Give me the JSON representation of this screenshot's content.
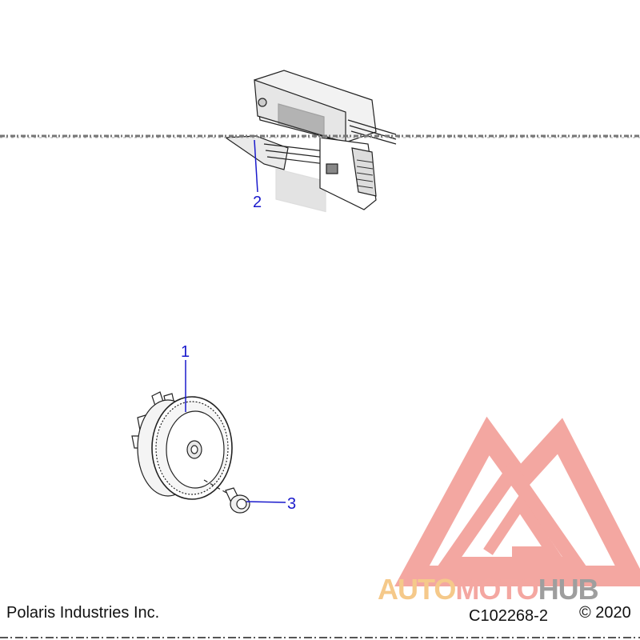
{
  "callouts": [
    {
      "id": "1",
      "part": "horn"
    },
    {
      "id": "2",
      "part": "module"
    },
    {
      "id": "3",
      "part": "screw"
    }
  ],
  "footer": {
    "company": "Polaris Industries Inc.",
    "drawing_number": "C102268-2",
    "copyright": "© 2020"
  },
  "watermark": {
    "part_a": "AUTO",
    "part_b": "MOTO",
    "part_c": "HUB",
    "colors": {
      "triangle": "#f08a82",
      "auto": "#f5c98a",
      "moto": "#f4a7a1",
      "hub": "#9e9e9e"
    }
  },
  "colors": {
    "callout": "#1a1acc",
    "linework": "#222222"
  }
}
